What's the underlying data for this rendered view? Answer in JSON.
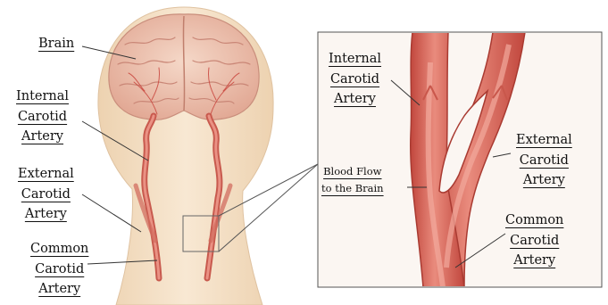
{
  "labels": {
    "brain": "Brain",
    "left_internal": [
      "Internal",
      "Carotid",
      "Artery"
    ],
    "left_external": [
      "External",
      "Carotid",
      "Artery"
    ],
    "left_common": [
      "Common",
      "Carotid",
      "Artery"
    ],
    "inset_internal": [
      "Internal",
      "Carotid",
      "Artery"
    ],
    "inset_external": [
      "External",
      "Carotid",
      "Artery"
    ],
    "inset_common": [
      "Common",
      "Carotid",
      "Artery"
    ],
    "blood_flow": [
      "Blood Flow",
      "to the Brain"
    ]
  },
  "colors": {
    "skin": "#f6e2c8",
    "brain": "#eec7b5",
    "artery": "#d9695c",
    "artery_dark": "#b8453c",
    "artery_light": "#ee9a8c",
    "inset_border": "#555555"
  }
}
